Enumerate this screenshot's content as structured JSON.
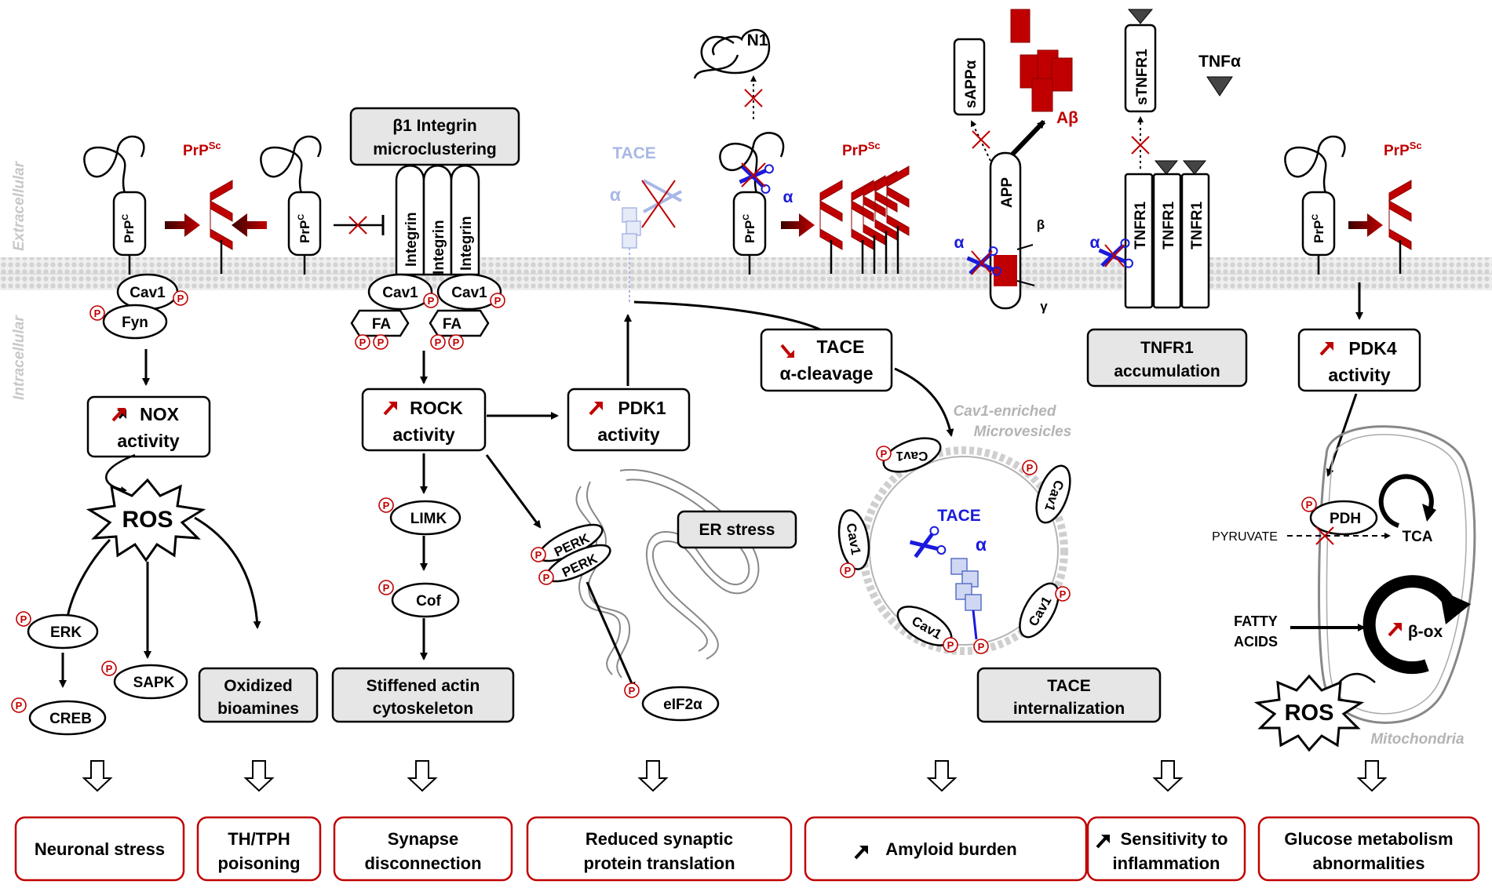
{
  "regions": {
    "extracellular": "Extracellular",
    "intracellular": "Intracellular",
    "microvesicles_line1": "Cav1-enriched",
    "microvesicles_line2": "Microvesicles",
    "mitochondria": "Mitochondria"
  },
  "molecules": {
    "prpsc_base": "PrP",
    "prpsc_sup": "Sc",
    "prpc_base": "PrP",
    "prpc_sup": "C",
    "cav1": "Cav1",
    "fyn": "Fyn",
    "fa": "FA",
    "integrin": "Integrin",
    "n1": "N1",
    "tace": "TACE",
    "alpha": "α",
    "beta": "β",
    "gamma": "γ",
    "sappa": "sAPPα",
    "abeta": "Aβ",
    "app": "APP",
    "stnfr1": "sTNFR1",
    "tnfr1": "TNFR1",
    "tnfa": "TNFα",
    "p": "P"
  },
  "boxes": {
    "integrin_line1": "β1 Integrin",
    "integrin_line2": "microclustering",
    "nox_line1": "NOX",
    "nox_line2": "activity",
    "rock_line1": "ROCK",
    "rock_line2": "activity",
    "pdk1_line1": "PDK1",
    "pdk1_line2": "activity",
    "tace_line1": "TACE",
    "tace_line2": "α-cleavage",
    "tnfr1acc_line1": "TNFR1",
    "tnfr1acc_line2": "accumulation",
    "pdk4_line1": "PDK4",
    "pdk4_line2": "activity",
    "er_stress": "ER stress",
    "oxid_line1": "Oxidized",
    "oxid_line2": "bioamines",
    "actin_line1": "Stiffened actin",
    "actin_line2": "cytoskeleton",
    "taceint_line1": "TACE",
    "taceint_line2": "internalization"
  },
  "nodes": {
    "ros": "ROS",
    "erk": "ERK",
    "creb": "CREB",
    "sapk": "SAPK",
    "limk": "LIMK",
    "cof": "Cof",
    "perk": "PERK",
    "eif2a": "eIF2α",
    "pdh": "PDH",
    "tca": "TCA",
    "pyruvate": "PYRUVATE",
    "fatty1": "FATTY",
    "fatty2": "ACIDS",
    "box": "β-ox"
  },
  "outcomes": [
    {
      "line1": "Neuronal stress",
      "line2": ""
    },
    {
      "line1": "TH/TPH",
      "line2": "poisoning"
    },
    {
      "line1": "Synapse",
      "line2": "disconnection"
    },
    {
      "line1": "Reduced synaptic",
      "line2": "protein translation"
    },
    {
      "line1": "Amyloid burden",
      "line2": ""
    },
    {
      "line1": "Sensitivity to",
      "line2": "inflammation"
    },
    {
      "line1": "Glucose metabolism",
      "line2": "abnormalities"
    }
  ],
  "colors": {
    "accent_red": "#c00000",
    "scissor_blue": "#1a1adc",
    "faded_blue": "#a9b7e6",
    "membrane_gray": "#dcdcdc",
    "box_fill": "#e6e6e6"
  }
}
